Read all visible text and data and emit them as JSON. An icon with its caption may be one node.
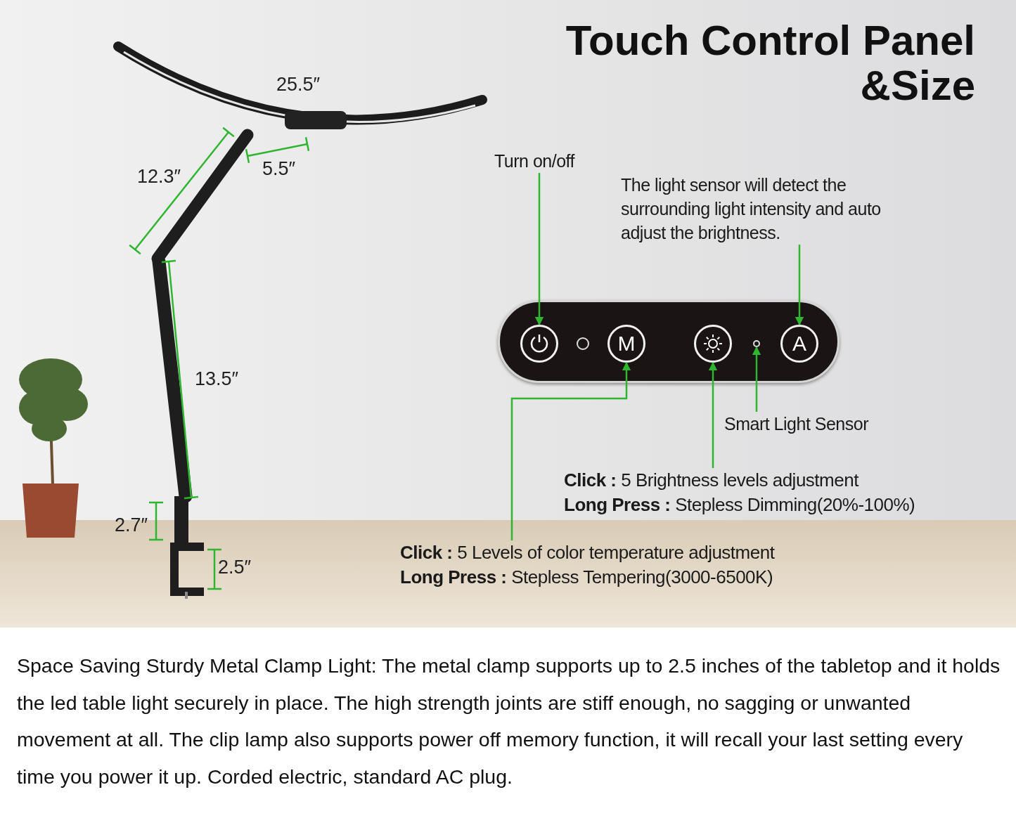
{
  "diagram": {
    "title": "Touch Control Panel &Size",
    "nodes": [
      {
        "text": [
          "Turn on/off"
        ]
      },
      {
        "text": [
          "The light sensor will detect the surrounding light intensity and auto adjust the brightness."
        ]
      },
      {
        "text": [],
        "shape": "box"
      },
      {
        "text": [],
        "shape": "circle",
        "in": 2
      },
      {
        "text": [],
        "shape": "circle",
        "in": 2
      },
      {
        "text": [
          "M"
        ],
        "in": 2
      },
      {
        "text": [],
        "shape": "circle",
        "in": 2
      },
      {
        "text": [],
        "shape": "circle",
        "in": 2
      },
      {
        "text": [
          "A"
        ],
        "in": 2
      },
      {
        "text": [
          "Smart Light Sensor"
        ]
      },
      {
        "text": [
          "**Click :** 5 Brightness levels adjustment",
          "**Long Press :** Stepless Dimming(20%-100%)"
        ]
      },
      {
        "text": [
          "**Click :** 5 Levels of color temperature adjustment",
          "**Long Press :** Stepless Tempering(3000-6500K)"
        ]
      }
    ],
    "edges": [
      {
        "from": 0,
        "to": 3,
        "arrow": "to"
      },
      {
        "from": 1,
        "to": 8,
        "arrow": "to"
      },
      {
        "from": 9,
        "to": 7,
        "arrow": "to"
      },
      {
        "from": 10,
        "to": 6,
        "arrow": "to"
      },
      {
        "from": 11,
        "to": 5,
        "arrow": "to"
      }
    ],
    "labels": [
      "25.5″",
      "12.3″",
      "5.5″",
      "13.5″",
      "2.7″",
      "2.5″"
    ],
    "caption": "Space Saving Sturdy Metal Clamp Light: The metal clamp supports up to 2.5 inches of the tabletop and it holds the led table light securely in place. The high strength joints are stiff enough, no sagging or unwanted movement at all. The clip lamp also supports power off memory function, it will recall your last setting every time you power it up. Corded electric, standard AC plug."
  }
}
